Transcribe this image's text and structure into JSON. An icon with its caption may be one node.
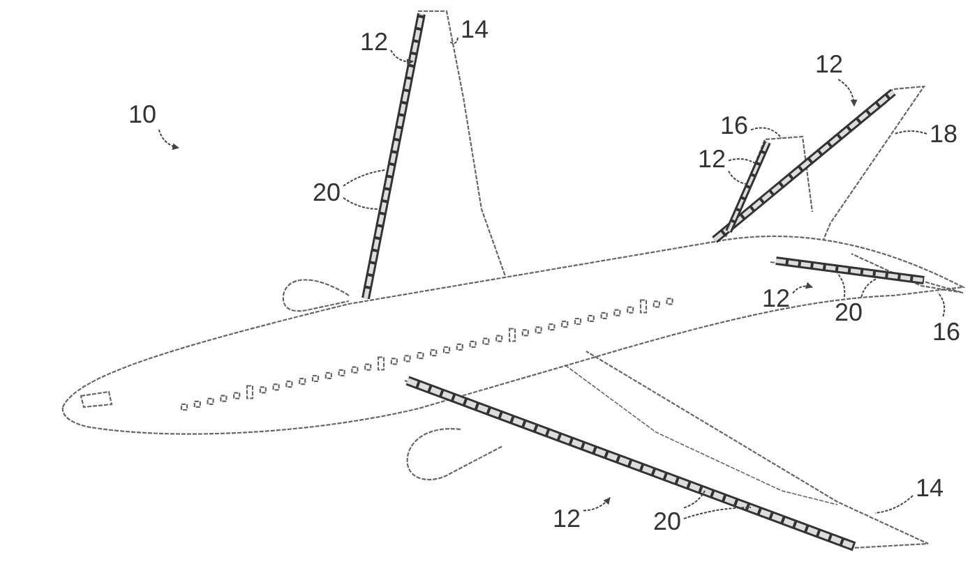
{
  "diagram": {
    "nodes": [
      {
        "text": [
          "12"
        ]
      },
      {
        "text": [
          "14"
        ]
      },
      {
        "text": [
          "12"
        ]
      },
      {
        "text": [
          "10"
        ]
      },
      {
        "text": [
          "18"
        ]
      },
      {
        "text": [
          "16"
        ]
      },
      {
        "text": [
          "12"
        ]
      },
      {
        "text": [
          "20"
        ]
      },
      {
        "text": [
          "12"
        ]
      },
      {
        "text": [
          "20"
        ]
      },
      {
        "text": [
          "16"
        ]
      },
      {
        "text": [
          "14"
        ]
      },
      {
        "text": [
          "12"
        ]
      },
      {
        "text": [
          "20"
        ]
      }
    ],
    "edges": [
      {
        "from": 0,
        "to": null,
        "arrow": "to"
      },
      {
        "from": 1,
        "to": null,
        "arrow": "none"
      },
      {
        "from": 2,
        "to": null,
        "arrow": "to"
      },
      {
        "from": 3,
        "to": null,
        "arrow": "to"
      },
      {
        "from": 4,
        "to": null,
        "arrow": "none"
      },
      {
        "from": 5,
        "to": null,
        "arrow": "none"
      },
      {
        "from": 6,
        "to": null,
        "arrow": "none"
      },
      {
        "from": 6,
        "to": null,
        "arrow": "none"
      },
      {
        "from": 7,
        "to": null,
        "arrow": "none"
      },
      {
        "from": 7,
        "to": null,
        "arrow": "none"
      },
      {
        "from": 8,
        "to": null,
        "arrow": "to"
      },
      {
        "from": 9,
        "to": null,
        "arrow": "none"
      },
      {
        "from": 9,
        "to": null,
        "arrow": "none"
      },
      {
        "from": 10,
        "to": null,
        "arrow": "none"
      },
      {
        "from": 11,
        "to": null,
        "arrow": "none"
      },
      {
        "from": 12,
        "to": null,
        "arrow": "to"
      },
      {
        "from": 13,
        "to": null,
        "arrow": "none"
      },
      {
        "from": 13,
        "to": null,
        "arrow": "none"
      }
    ]
  }
}
